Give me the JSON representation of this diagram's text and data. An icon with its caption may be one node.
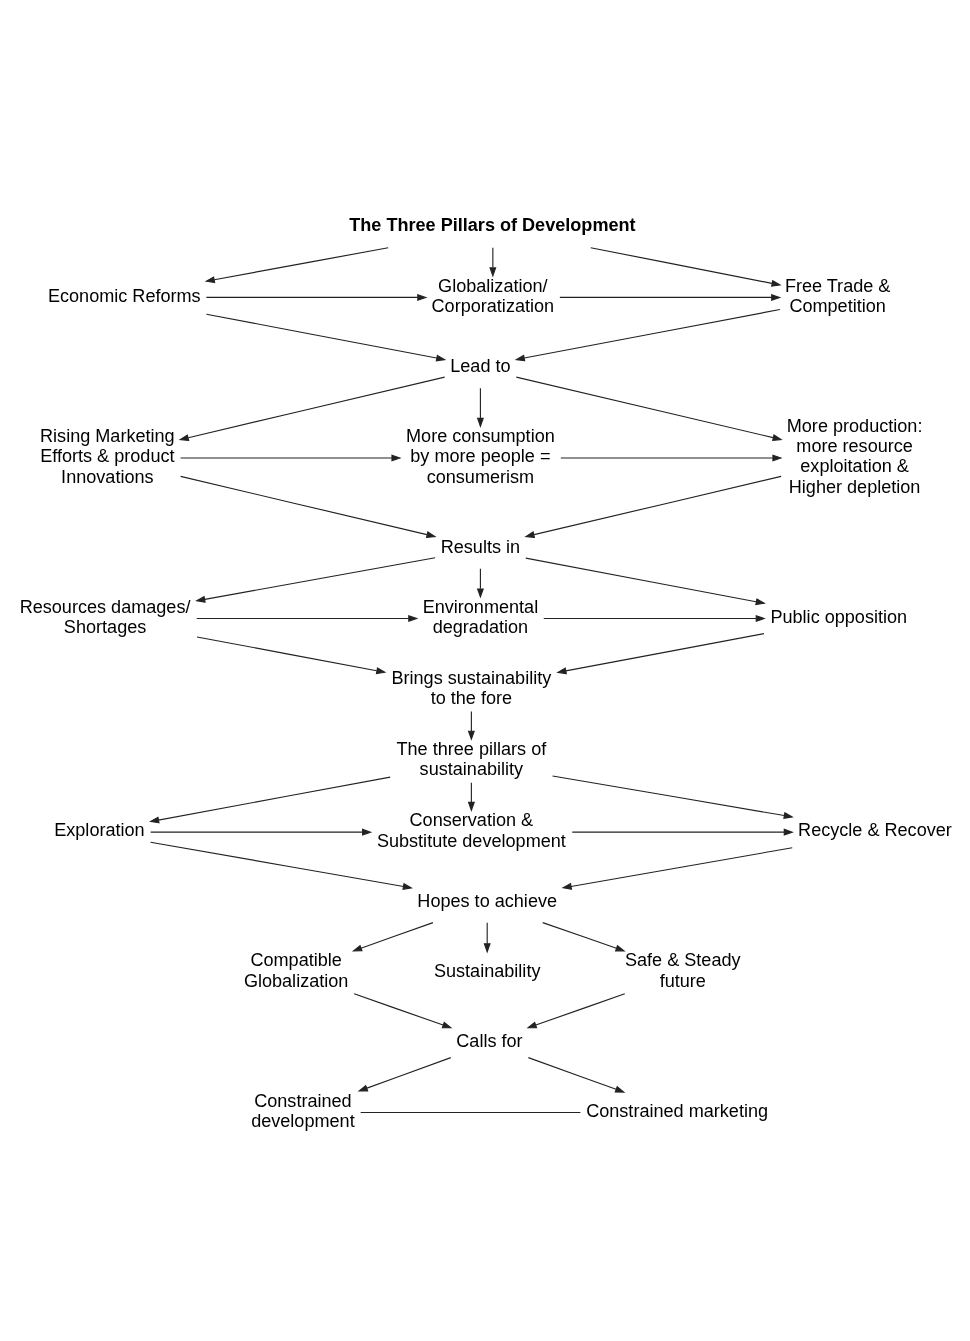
{
  "diagram": {
    "nodes": [
      {
        "text": [
          "The Three Pillars of Development"
        ]
      },
      {
        "text": [
          "Economic Reforms"
        ]
      },
      {
        "text": [
          "Globalization/ Corporatization"
        ]
      },
      {
        "text": [
          "Free Trade & Competition"
        ]
      },
      {
        "text": [
          "Lead to"
        ]
      },
      {
        "text": [
          "Rising Marketing Efforts & product Innovations"
        ]
      },
      {
        "text": [
          "More consumption by more people = consumerism"
        ]
      },
      {
        "text": [
          "More production: more resource exploitation & Higher depletion"
        ]
      },
      {
        "text": [
          "Results in"
        ]
      },
      {
        "text": [
          "Resources damages/ Shortages"
        ]
      },
      {
        "text": [
          "Environmental degradation"
        ]
      },
      {
        "text": [
          "Public opposition"
        ]
      },
      {
        "text": [
          "Brings sustainability to the fore"
        ]
      },
      {
        "text": [
          "The three pillars of sustainability"
        ]
      },
      {
        "text": [
          "Exploration"
        ]
      },
      {
        "text": [
          "Conservation & Substitute development"
        ]
      },
      {
        "text": [
          "Recycle & Recover"
        ]
      },
      {
        "text": [
          "Hopes to achieve"
        ]
      },
      {
        "text": [
          "Compatible Globalization"
        ]
      },
      {
        "text": [
          "Sustainability"
        ]
      },
      {
        "text": [
          "Safe & Steady future"
        ]
      },
      {
        "text": [
          "Calls for"
        ]
      },
      {
        "text": [
          "Constrained development"
        ]
      },
      {
        "text": [
          "Constrained marketing"
        ]
      }
    ],
    "edges": [
      {
        "from": 0,
        "to": 1,
        "arrow": "to"
      },
      {
        "from": 0,
        "to": 2,
        "arrow": "to"
      },
      {
        "from": 0,
        "to": 3,
        "arrow": "to"
      },
      {
        "from": 1,
        "to": 2,
        "arrow": "to"
      },
      {
        "from": 2,
        "to": 3,
        "arrow": "to"
      },
      {
        "from": 1,
        "to": 4,
        "arrow": "to"
      },
      {
        "from": 3,
        "to": 4,
        "arrow": "to"
      },
      {
        "from": 4,
        "to": 5,
        "arrow": "to"
      },
      {
        "from": 4,
        "to": 6,
        "arrow": "to"
      },
      {
        "from": 4,
        "to": 7,
        "arrow": "to"
      },
      {
        "from": 5,
        "to": 6,
        "arrow": "to"
      },
      {
        "from": 6,
        "to": 7,
        "arrow": "to"
      },
      {
        "from": 5,
        "to": 8,
        "arrow": "to"
      },
      {
        "from": 7,
        "to": 8,
        "arrow": "to"
      },
      {
        "from": 8,
        "to": 9,
        "arrow": "to"
      },
      {
        "from": 8,
        "to": 10,
        "arrow": "to"
      },
      {
        "from": 8,
        "to": 11,
        "arrow": "to"
      },
      {
        "from": 9,
        "to": 10,
        "arrow": "to"
      },
      {
        "from": 10,
        "to": 11,
        "arrow": "to"
      },
      {
        "from": 9,
        "to": 12,
        "arrow": "to"
      },
      {
        "from": 11,
        "to": 12,
        "arrow": "to"
      },
      {
        "from": 12,
        "to": 13,
        "arrow": "to"
      },
      {
        "from": 13,
        "to": 14,
        "arrow": "to"
      },
      {
        "from": 13,
        "to": 15,
        "arrow": "to"
      },
      {
        "from": 13,
        "to": 16,
        "arrow": "to"
      },
      {
        "from": 14,
        "to": 15,
        "arrow": "to"
      },
      {
        "from": 15,
        "to": 16,
        "arrow": "to"
      },
      {
        "from": 14,
        "to": 17,
        "arrow": "to"
      },
      {
        "from": 16,
        "to": 17,
        "arrow": "to"
      },
      {
        "from": 17,
        "to": 18,
        "arrow": "to"
      },
      {
        "from": 17,
        "to": 19,
        "arrow": "to"
      },
      {
        "from": 17,
        "to": 20,
        "arrow": "to"
      },
      {
        "from": 18,
        "to": 21,
        "arrow": "to"
      },
      {
        "from": 20,
        "to": 21,
        "arrow": "to"
      },
      {
        "from": 21,
        "to": 22,
        "arrow": "to"
      },
      {
        "from": 21,
        "to": 23,
        "arrow": "to"
      },
      {
        "from": 22,
        "to": 23,
        "arrow": "none"
      }
    ]
  }
}
